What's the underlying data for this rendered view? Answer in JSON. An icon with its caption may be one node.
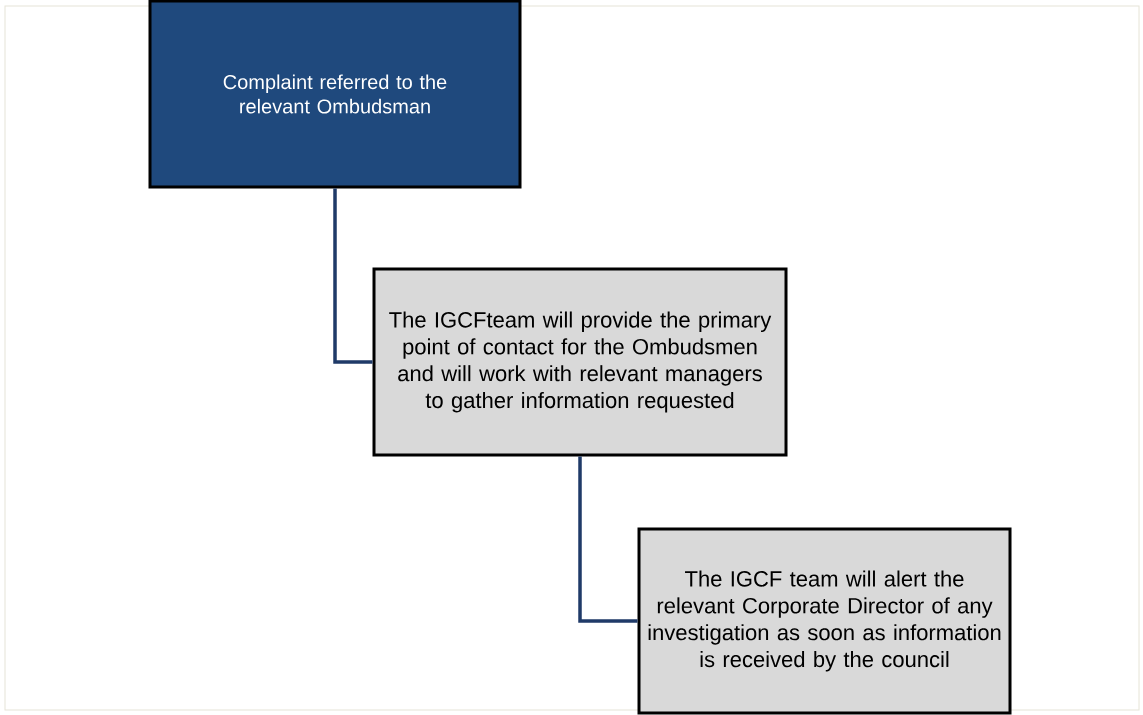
{
  "diagram": {
    "nodes": [
      {
        "text": [
          "Complaint referred to the relevant Ombudsman"
        ]
      },
      {
        "text": [
          "The IGCFteam will provide the primary point of contact for the Ombudsmen and will work with relevant managers to gather information requested"
        ]
      },
      {
        "text": [
          "The IGCF team will alert the relevant Corporate Director of any investigation as soon as information is received by the council"
        ]
      }
    ],
    "edges": [
      {
        "from": 0,
        "to": 1,
        "arrow": "none"
      },
      {
        "from": 1,
        "to": 2,
        "arrow": "none"
      }
    ]
  }
}
